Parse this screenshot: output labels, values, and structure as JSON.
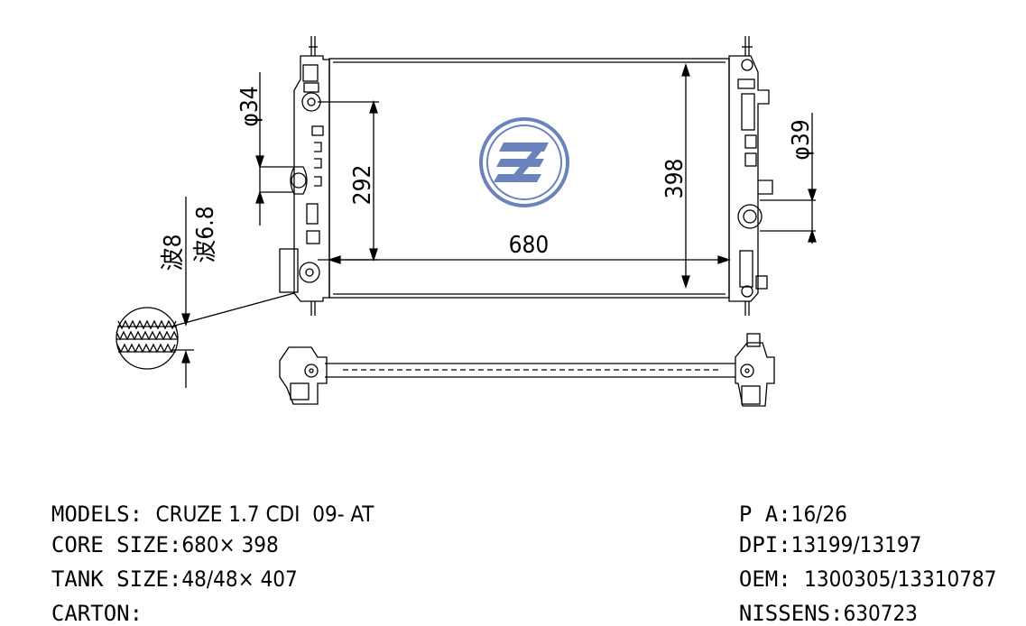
{
  "dimensions": {
    "width": "680",
    "height": "398",
    "bolt_spacing": "292",
    "left_pipe": "φ34",
    "right_pipe": "φ39",
    "fin_pitch_1": "波8",
    "fin_pitch_2": "波6.8"
  },
  "specs": {
    "models_label": "MODELS:",
    "models_value": "CRUZE 1.7 CDI  09- AT",
    "core_label": "CORE SIZE:",
    "core_value": "680× 398",
    "tank_label": "TANK SIZE:",
    "tank_value": "48/48× 407",
    "carton_label": "CARTON:",
    "carton_value": "",
    "pa_label": "P A:",
    "pa_value": "16/26",
    "dpi_label": "DPI:",
    "dpi_value": "13199/13197",
    "oem_label": "OEM:",
    "oem_value": "1300305/13310787",
    "nissens_label": "NISSENS:",
    "nissens_value": "630723"
  },
  "colors": {
    "line": "#000000",
    "logo": "#3a5aa8"
  }
}
